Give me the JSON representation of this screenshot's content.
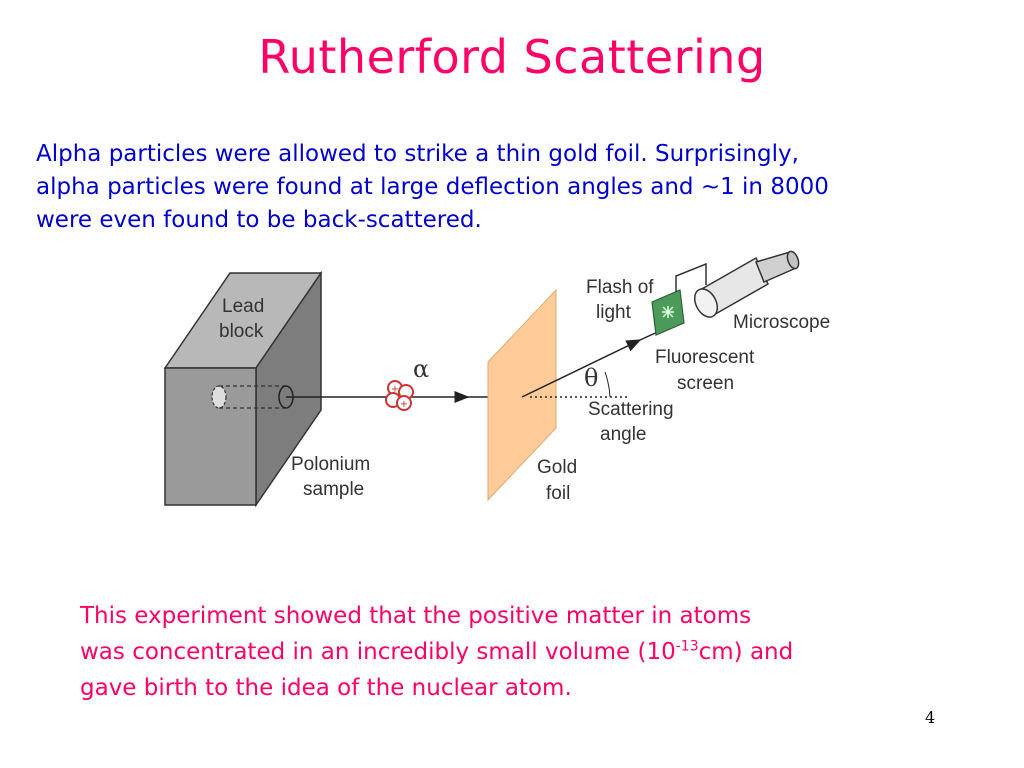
{
  "slide": {
    "title": "Rutherford Scattering",
    "intro_lines": [
      "Alpha particles were allowed to strike a thin gold foil. Surprisingly,",
      "alpha particles were found at large deflection angles and ~1 in 8000",
      "were even found to be back-scattered."
    ],
    "conclusion": {
      "line1": "This experiment showed that the positive matter in atoms",
      "line2_pre": "was concentrated in an incredibly small volume (10",
      "line2_sup": "-13",
      "line2_post": "cm) and",
      "line3": "gave birth to the idea of the nuclear atom."
    },
    "page_number": "4"
  },
  "diagram": {
    "labels": {
      "lead_line1": "Lead",
      "lead_line2": "block",
      "polonium_line1": "Polonium",
      "polonium_line2": "sample",
      "alpha": "α",
      "gold_line1": "Gold",
      "gold_line2": "foil",
      "theta": "θ",
      "scatter_line1": "Scattering",
      "scatter_line2": "angle",
      "flash_line1": "Flash of",
      "flash_line2": "light",
      "fluor_line1": "Fluorescent",
      "fluor_line2": "screen",
      "microscope": "Microscope"
    },
    "colors": {
      "lead_front": "#9a9a9a",
      "lead_top": "#b8b8b8",
      "lead_side": "#7d7d7d",
      "foil": "#ffcc99",
      "screen": "#4c9a5a",
      "nucleus": "#cc3333"
    }
  }
}
